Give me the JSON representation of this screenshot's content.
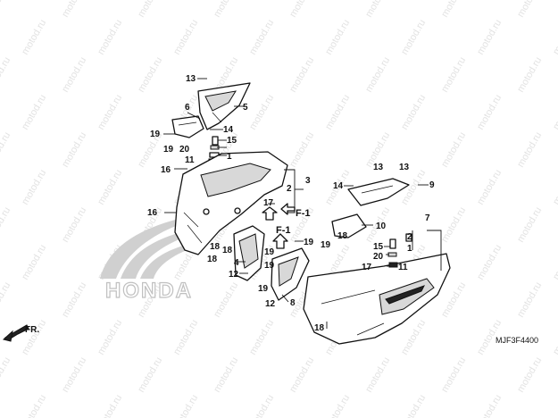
{
  "diagram": {
    "code": "MJF3F4400",
    "brand_mark": "HONDA",
    "direction_label": "FR.",
    "section_ref": "F-1",
    "watermark": "motod.ru",
    "colors": {
      "line": "#111111",
      "watermark": "#e3e3e3",
      "logo": "#c8c8c8"
    }
  },
  "callouts": [
    "1",
    "2",
    "3",
    "4",
    "5",
    "6",
    "7",
    "8",
    "9",
    "10",
    "11",
    "12",
    "13",
    "14",
    "15",
    "16",
    "17",
    "18",
    "19",
    "20"
  ]
}
